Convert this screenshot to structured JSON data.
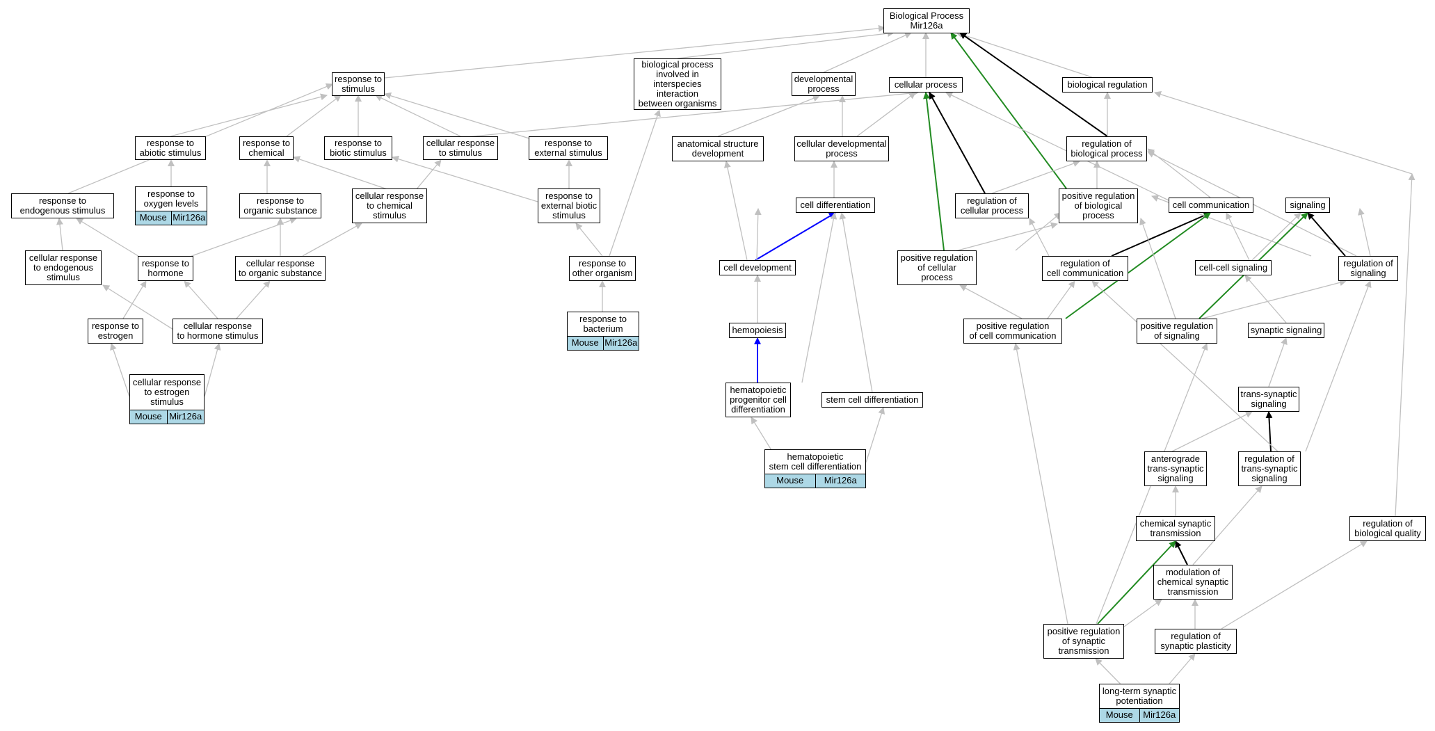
{
  "nodes": {
    "root": "Biological Process\nMir126a",
    "rts": "response to\nstimulus",
    "bpi": "biological process\ninvolved in\ninterspecies\ninteraction\nbetween organisms",
    "dev": "developmental\nprocess",
    "cp": "cellular process",
    "breg": "biological regulation",
    "rabio": "response to\nabiotic stimulus",
    "rchem": "response to\nchemical",
    "rbio": "response to\nbiotic stimulus",
    "crs": "cellular response\nto stimulus",
    "rext": "response to\nexternal stimulus",
    "asd": "anatomical structure\ndevelopment",
    "cdp": "cellular developmental\nprocess",
    "rbp": "regulation of\nbiological process",
    "rox": "response to\noxygen levels",
    "rendo": "response to\nendogenous stimulus",
    "rorg": "response to\norganic substance",
    "crchem": "cellular response\nto chemical\nstimulus",
    "rebs": "response to\nexternal biotic\nstimulus",
    "cdiff": "cell differentiation",
    "rcp": "regulation of\ncellular process",
    "prbp": "positive regulation\nof biological\nprocess",
    "ccomm": "cell communication",
    "sig": "signaling",
    "crendo": "cellular response\nto endogenous\nstimulus",
    "rhorm": "response to\nhormone",
    "crorg": "cellular response\nto organic substance",
    "roo": "response to\nother organism",
    "celldev": "cell development",
    "prcp": "positive regulation\nof cellular\nprocess",
    "rcc": "regulation of\ncell communication",
    "ccsig": "cell-cell signaling",
    "rsig": "regulation of\nsignaling",
    "restr": "response to\nestrogen",
    "crhorm": "cellular response\nto hormone stimulus",
    "rbact": "response to\nbacterium",
    "hemo": "hemopoiesis",
    "prcc": "positive regulation\nof cell communication",
    "prsig": "positive regulation\nof signaling",
    "synsig": "synaptic signaling",
    "crestr": "cellular response\nto estrogen\nstimulus",
    "hpcd": "hematopoietic\nprogenitor cell\ndifferentiation",
    "scd": "stem cell differentiation",
    "tss": "trans-synaptic\nsignaling",
    "hscd": "hematopoietic\nstem cell differentiation",
    "ats": "anterograde\ntrans-synaptic\nsignaling",
    "rtss": "regulation of\ntrans-synaptic\nsignaling",
    "cst": "chemical synaptic\ntransmission",
    "rbq": "regulation of\nbiological quality",
    "mcst": "modulation of\nchemical synaptic\ntransmission",
    "prst": "positive regulation\nof synaptic\ntransmission",
    "rsp": "regulation of\nsynaptic plasticity",
    "ltp": "long-term synaptic\npotentiation"
  },
  "annotations": {
    "rox": [
      "Mouse",
      "Mir126a"
    ],
    "crestr": [
      "Mouse",
      "Mir126a"
    ],
    "rbact": [
      "Mouse",
      "Mir126a"
    ],
    "hscd": [
      "Mouse",
      "Mir126a"
    ],
    "ltp": [
      "Mouse",
      "Mir126a"
    ]
  },
  "colors": {
    "edge_default": "#c0c0c0",
    "edge_is_a": "#000000",
    "edge_positive": "#228b22",
    "edge_part_of": "#0000ff",
    "annotation_fill": "#add8e6",
    "node_border": "#000000"
  }
}
